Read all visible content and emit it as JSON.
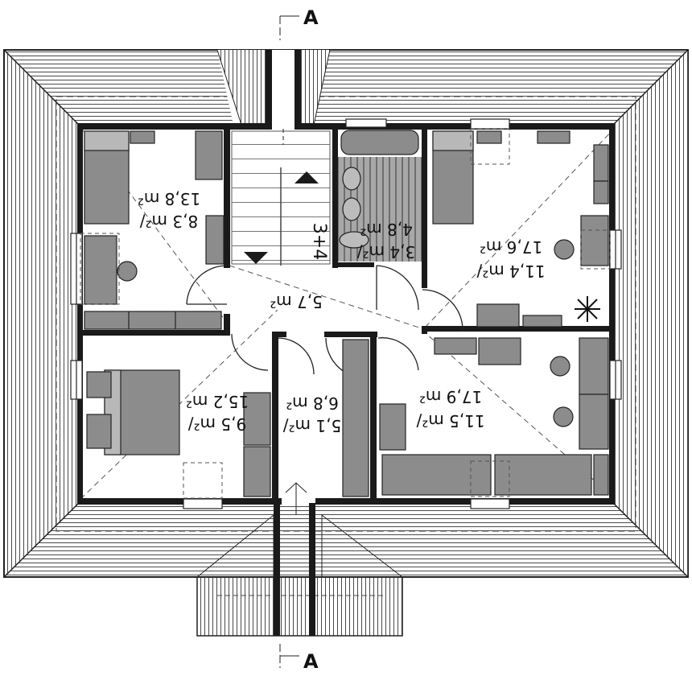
{
  "section_mark": "A",
  "stair_label": "3+4",
  "areas": {
    "bedroom_nw": [
      "8,3 m²/",
      "13,8 m²"
    ],
    "hall": [
      "5,7 m²"
    ],
    "bathroom": [
      "3,4 m²/",
      "4,8 m²"
    ],
    "bedroom_ne": [
      "11,4 m²/",
      "17,6 m²"
    ],
    "bedroom_sw": [
      "9,5 m²/",
      "15,2 m²"
    ],
    "wardrobe": [
      "5,1 m²/",
      "6,8 m²"
    ],
    "bedroom_se": [
      "11,5 m²/",
      "17,9 m²"
    ]
  },
  "colors": {
    "wall": "#1a1a1a",
    "furniture": "#8c8c8c",
    "bath_floor": "#9e9e9e",
    "roof_line": "#4a4a4a",
    "room_floor": "#ffffff"
  }
}
